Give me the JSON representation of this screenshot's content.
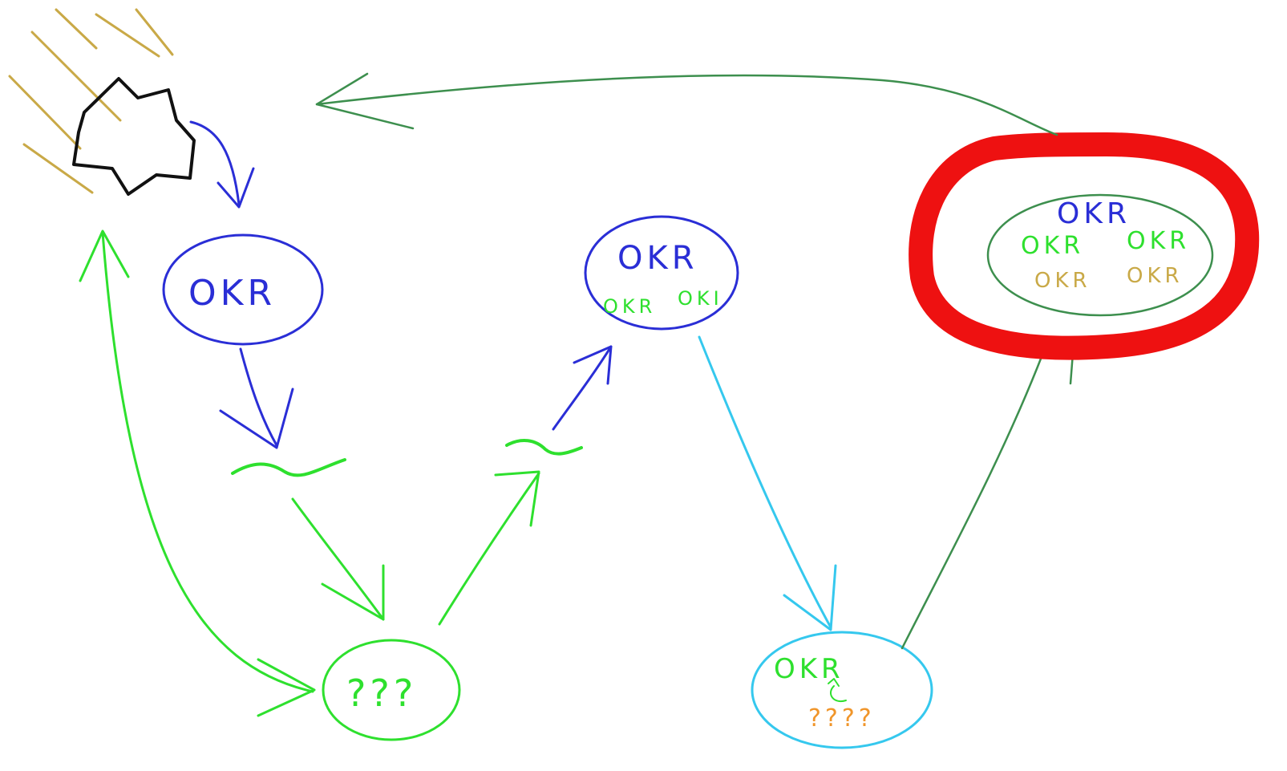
{
  "colors": {
    "blue": "#2a2ed6",
    "green": "#2ee02e",
    "dark_green": "#3d8f4e",
    "cyan": "#35c8ee",
    "gold": "#c9a947",
    "orange": "#f0952a",
    "red": "#ee1111",
    "black": "#111111"
  },
  "nodes": {
    "okr_start": {
      "label": "OKR"
    },
    "unknown_left": {
      "label": "???"
    },
    "okr_middle": {
      "label": "OKR",
      "sub_left": "OKR",
      "sub_right": "OKI"
    },
    "okr_right_bottom": {
      "label": "OKR",
      "unknown": "????"
    },
    "okr_final": {
      "top": "OKR",
      "mid_left": "OKR",
      "mid_right": "OKR",
      "low_left": "OKR",
      "low_right": "OKR"
    }
  },
  "icons": {
    "burst": "star-burst-icon",
    "squiggle": "tilde-squiggle-icon",
    "highlight": "red-highlight-circle"
  }
}
